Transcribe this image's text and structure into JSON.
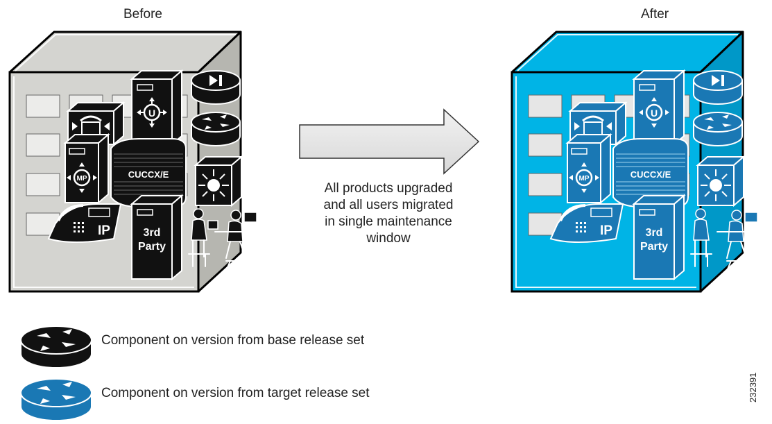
{
  "panels": {
    "before": {
      "title": "Before",
      "fill": "#d4d4d0",
      "edge": "#b6b6b0",
      "device": "#111111"
    },
    "after": {
      "title": "After",
      "fill": "#00b4e6",
      "edge": "#0098c8",
      "device": "#1a78b4"
    }
  },
  "devices": {
    "cuccx_label": "CUCCX/E",
    "mp_label": "MP",
    "u_label": "U",
    "ip_label": "IP",
    "third_party_line1": "3rd",
    "third_party_line2": "Party"
  },
  "arrow": {
    "lines": [
      "All products upgraded",
      "and all users migrated",
      "in single maintenance",
      "window"
    ]
  },
  "legend": [
    {
      "label": "Component on version from base release set",
      "color": "#111111"
    },
    {
      "label": "Component on version from target release set",
      "color": "#1a78b4"
    }
  ],
  "figure_id": "232391"
}
